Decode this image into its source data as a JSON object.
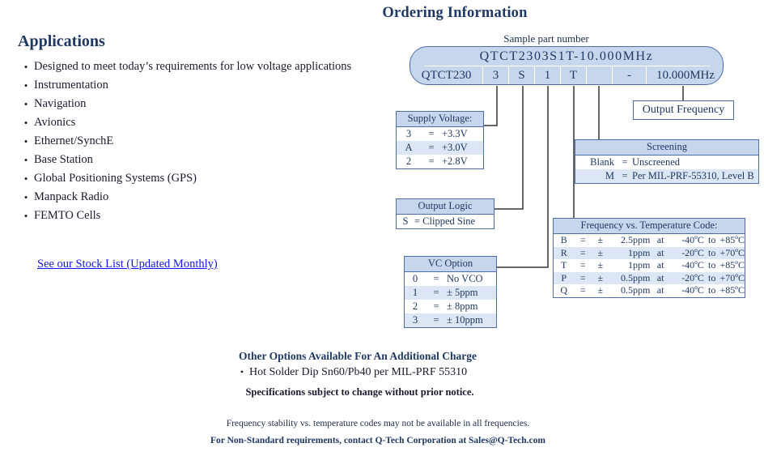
{
  "applications": {
    "heading": "Applications",
    "items": [
      "Designed to meet today’s requirements for low voltage applications",
      "Instrumentation",
      "Navigation",
      "Avionics",
      "Ethernet/SynchE",
      "Base Station",
      "Global Positioning Systems (GPS)",
      "Manpack Radio",
      "FEMTO Cells"
    ],
    "stock_link": "See our Stock List (Updated Monthly)"
  },
  "ordering": {
    "title": "Ordering Information",
    "sample_label": "Sample part number",
    "full_part_number": "QTCT2303S1T-10.000MHz",
    "cells": [
      {
        "text": "QTCT230",
        "width": 90
      },
      {
        "text": "3",
        "width": 32
      },
      {
        "text": "S",
        "width": 32
      },
      {
        "text": "1",
        "width": 32
      },
      {
        "text": "T",
        "width": 32
      },
      {
        "text": "",
        "width": 32
      },
      {
        "text": "-",
        "width": 42
      },
      {
        "text": "10.000MHz",
        "width": 96
      }
    ]
  },
  "supply_voltage": {
    "header": "Supply Voltage:",
    "rows": [
      {
        "code": "3",
        "eq": "=",
        "value": "+3.3V"
      },
      {
        "code": "A",
        "eq": "=",
        "value": "+3.0V"
      },
      {
        "code": "2",
        "eq": "=",
        "value": "+2.8V"
      }
    ]
  },
  "output_logic": {
    "header": "Output Logic",
    "rows": [
      {
        "code": "S",
        "rest": "=  Clipped Sine"
      }
    ]
  },
  "vc_option": {
    "header": "VC Option",
    "rows": [
      {
        "code": "0",
        "eq": "=",
        "value": "No VCO"
      },
      {
        "code": "1",
        "eq": "=",
        "value": "± 5ppm"
      },
      {
        "code": "2",
        "eq": "=",
        "value": "± 8ppm"
      },
      {
        "code": "3",
        "eq": "=",
        "value": "± 10ppm"
      }
    ]
  },
  "output_frequency": {
    "label": "Output Frequency"
  },
  "screening": {
    "header": "Screening",
    "rows": [
      {
        "code": "Blank",
        "eq": "=",
        "value": "Unscreened"
      },
      {
        "code": "M",
        "eq": "=",
        "value": "Per MIL-PRF-55310, Level B"
      }
    ]
  },
  "freq_temp": {
    "header": "Frequency vs. Temperature Code:",
    "rows": [
      {
        "code": "B",
        "eq": "=",
        "pm": "±",
        "ppm": "2.5ppm",
        "at": "at",
        "lo": "-40ºC",
        "to": "to",
        "hi": "+85ºC"
      },
      {
        "code": "R",
        "eq": "=",
        "pm": "±",
        "ppm": "1ppm",
        "at": "at",
        "lo": "-20ºC",
        "to": "to",
        "hi": "+70ºC"
      },
      {
        "code": "T",
        "eq": "=",
        "pm": "±",
        "ppm": "1ppm",
        "at": "at",
        "lo": "-40ºC",
        "to": "to",
        "hi": "+85ºC"
      },
      {
        "code": "P",
        "eq": "=",
        "pm": "±",
        "ppm": "0.5ppm",
        "at": "at",
        "lo": "-20ºC",
        "to": "to",
        "hi": "+70ºC"
      },
      {
        "code": "Q",
        "eq": "=",
        "pm": "±",
        "ppm": "0.5ppm",
        "at": "at",
        "lo": "-40ºC",
        "to": "to",
        "hi": "+85ºC"
      }
    ]
  },
  "notes": {
    "other_options_heading": "Other Options Available For An Additional Charge",
    "other_options_item": "Hot Solder Dip Sn60/Pb40 per MIL-PRF 55310",
    "spec_notice": "Specifications subject to change without prior notice.",
    "footer_1": "Frequency stability vs. temperature codes may not be available in all frequencies.",
    "footer_2": "For Non-Standard requirements, contact Q-Tech Corporation at Sales@Q-Tech.com"
  },
  "colors": {
    "heading_blue": "#1f3864",
    "panel_fill": "#c6d6ec",
    "row_alt_fill": "#dce6f4",
    "border_blue": "#4f6da8",
    "link_blue": "#1414ff"
  }
}
